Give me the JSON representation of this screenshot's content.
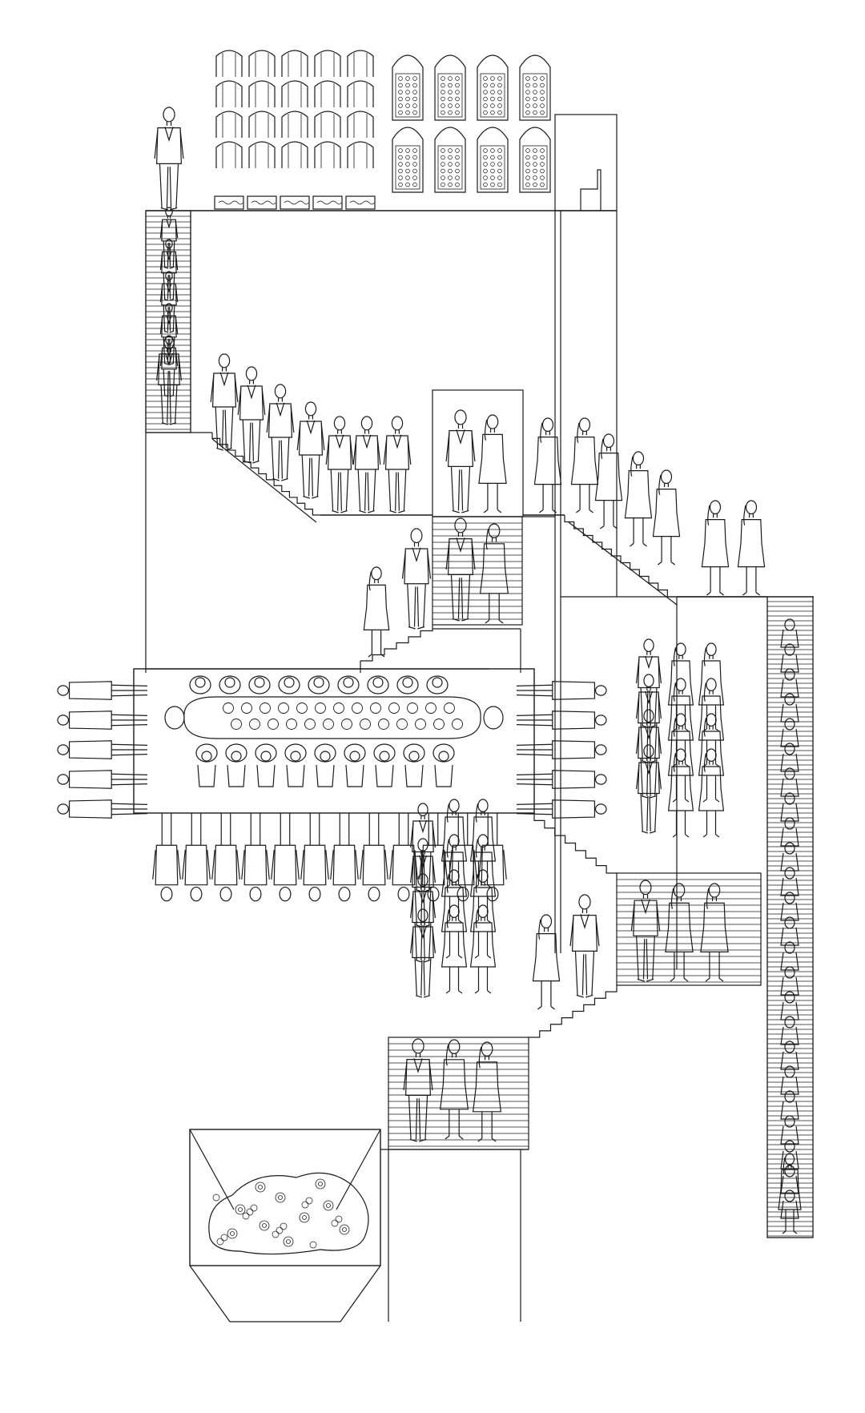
{
  "illustration": {
    "style": "black line drawing on white, architectural section",
    "stroke_color": "#1a1a1a",
    "background_color": "#ffffff",
    "elements": [
      {
        "name": "standing-man-on-roof"
      },
      {
        "name": "columns-plain"
      },
      {
        "name": "columns-floral"
      },
      {
        "name": "rooftop-chair-box"
      },
      {
        "name": "left-vertical-stair"
      },
      {
        "name": "descending-men-stair"
      },
      {
        "name": "couple-alcove"
      },
      {
        "name": "descending-women-stair"
      },
      {
        "name": "couple-central-stair"
      },
      {
        "name": "banquet-table"
      },
      {
        "name": "side-guest-rows"
      },
      {
        "name": "lower-guest-row"
      },
      {
        "name": "choir-stair-right"
      },
      {
        "name": "choir-stair-lower"
      },
      {
        "name": "flower-bin"
      },
      {
        "name": "tall-right-stair"
      }
    ]
  }
}
